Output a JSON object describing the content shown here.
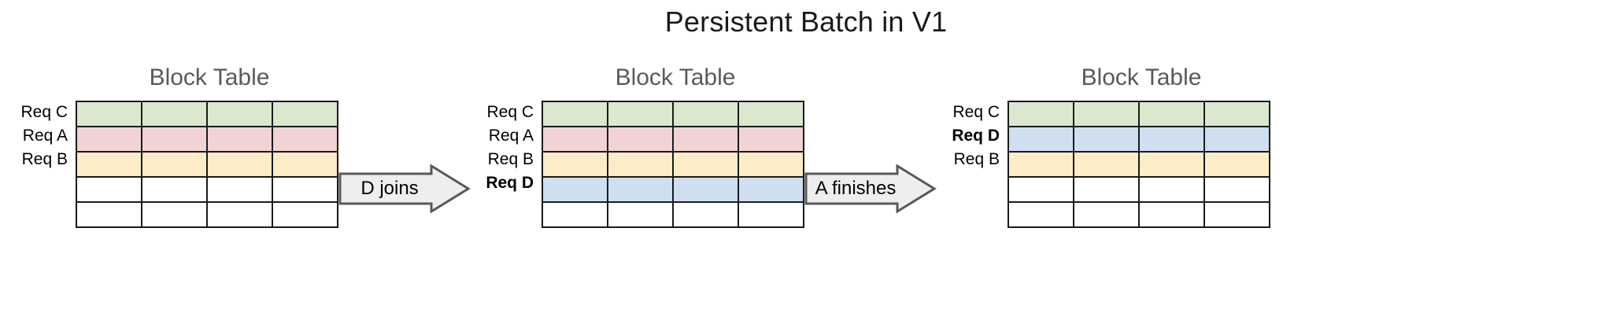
{
  "title": "Persistent Batch in V1",
  "colors": {
    "green": "#d9e8cf",
    "pink": "#f2d3d3",
    "yellow": "#fcedc8",
    "blue": "#cfdff0",
    "empty": "#ffffff",
    "cell_border": "#1a1a1a",
    "panel_title": "#5a5a5a",
    "arrow_fill": "#eeeeee",
    "arrow_stroke": "#595959",
    "title_color": "#1a1a1a"
  },
  "grid": {
    "columns": 4,
    "rows": 5
  },
  "panels": [
    {
      "title": "Block Table",
      "rows": [
        {
          "label": "Req C",
          "color_key": "green",
          "bold": false
        },
        {
          "label": "Req A",
          "color_key": "pink",
          "bold": false
        },
        {
          "label": "Req B",
          "color_key": "yellow",
          "bold": false
        },
        {
          "label": "",
          "color_key": "empty",
          "bold": false
        },
        {
          "label": "",
          "color_key": "empty",
          "bold": false
        }
      ]
    },
    {
      "title": "Block Table",
      "rows": [
        {
          "label": "Req C",
          "color_key": "green",
          "bold": false
        },
        {
          "label": "Req A",
          "color_key": "pink",
          "bold": false
        },
        {
          "label": "Req B",
          "color_key": "yellow",
          "bold": false
        },
        {
          "label": "Req D",
          "color_key": "blue",
          "bold": true
        },
        {
          "label": "",
          "color_key": "empty",
          "bold": false
        }
      ]
    },
    {
      "title": "Block Table",
      "rows": [
        {
          "label": "Req C",
          "color_key": "green",
          "bold": false
        },
        {
          "label": "Req D",
          "color_key": "blue",
          "bold": true
        },
        {
          "label": "Req B",
          "color_key": "yellow",
          "bold": false
        },
        {
          "label": "",
          "color_key": "empty",
          "bold": false
        },
        {
          "label": "",
          "color_key": "empty",
          "bold": false
        }
      ]
    }
  ],
  "arrows": [
    {
      "label": "D joins"
    },
    {
      "label": "A finishes"
    }
  ]
}
